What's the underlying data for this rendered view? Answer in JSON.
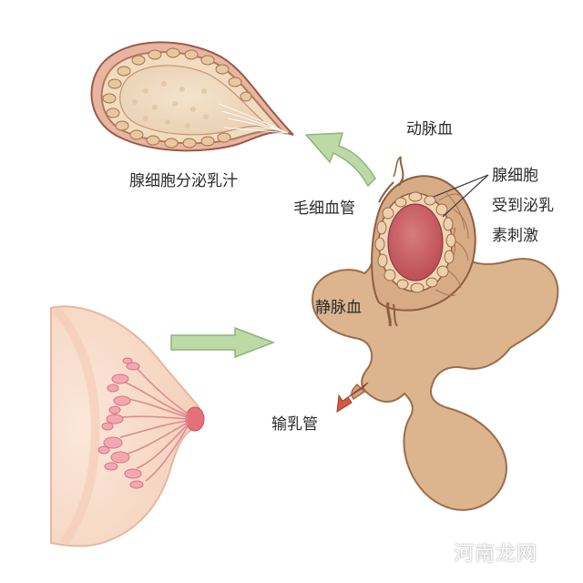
{
  "labels": {
    "secretion": "腺细胞分泌乳汁",
    "artery": "动脉血",
    "capillary": "毛细血管",
    "gland_cell_line1": "腺细胞",
    "gland_cell_line2": "受到泌乳",
    "gland_cell_line3": "素刺激",
    "vein": "静脉血",
    "duct": "输乳管"
  },
  "watermark": "河南龙网",
  "colors": {
    "lobule_fill": "#dcb48e",
    "lobule_stroke": "#9a6f4b",
    "cell_fill": "#f1d6b5",
    "lumen": "#c65a5e",
    "skin": "#f5d8c4",
    "arrow_green": "#b9d9a3",
    "arrow_red": "#d2553f"
  }
}
